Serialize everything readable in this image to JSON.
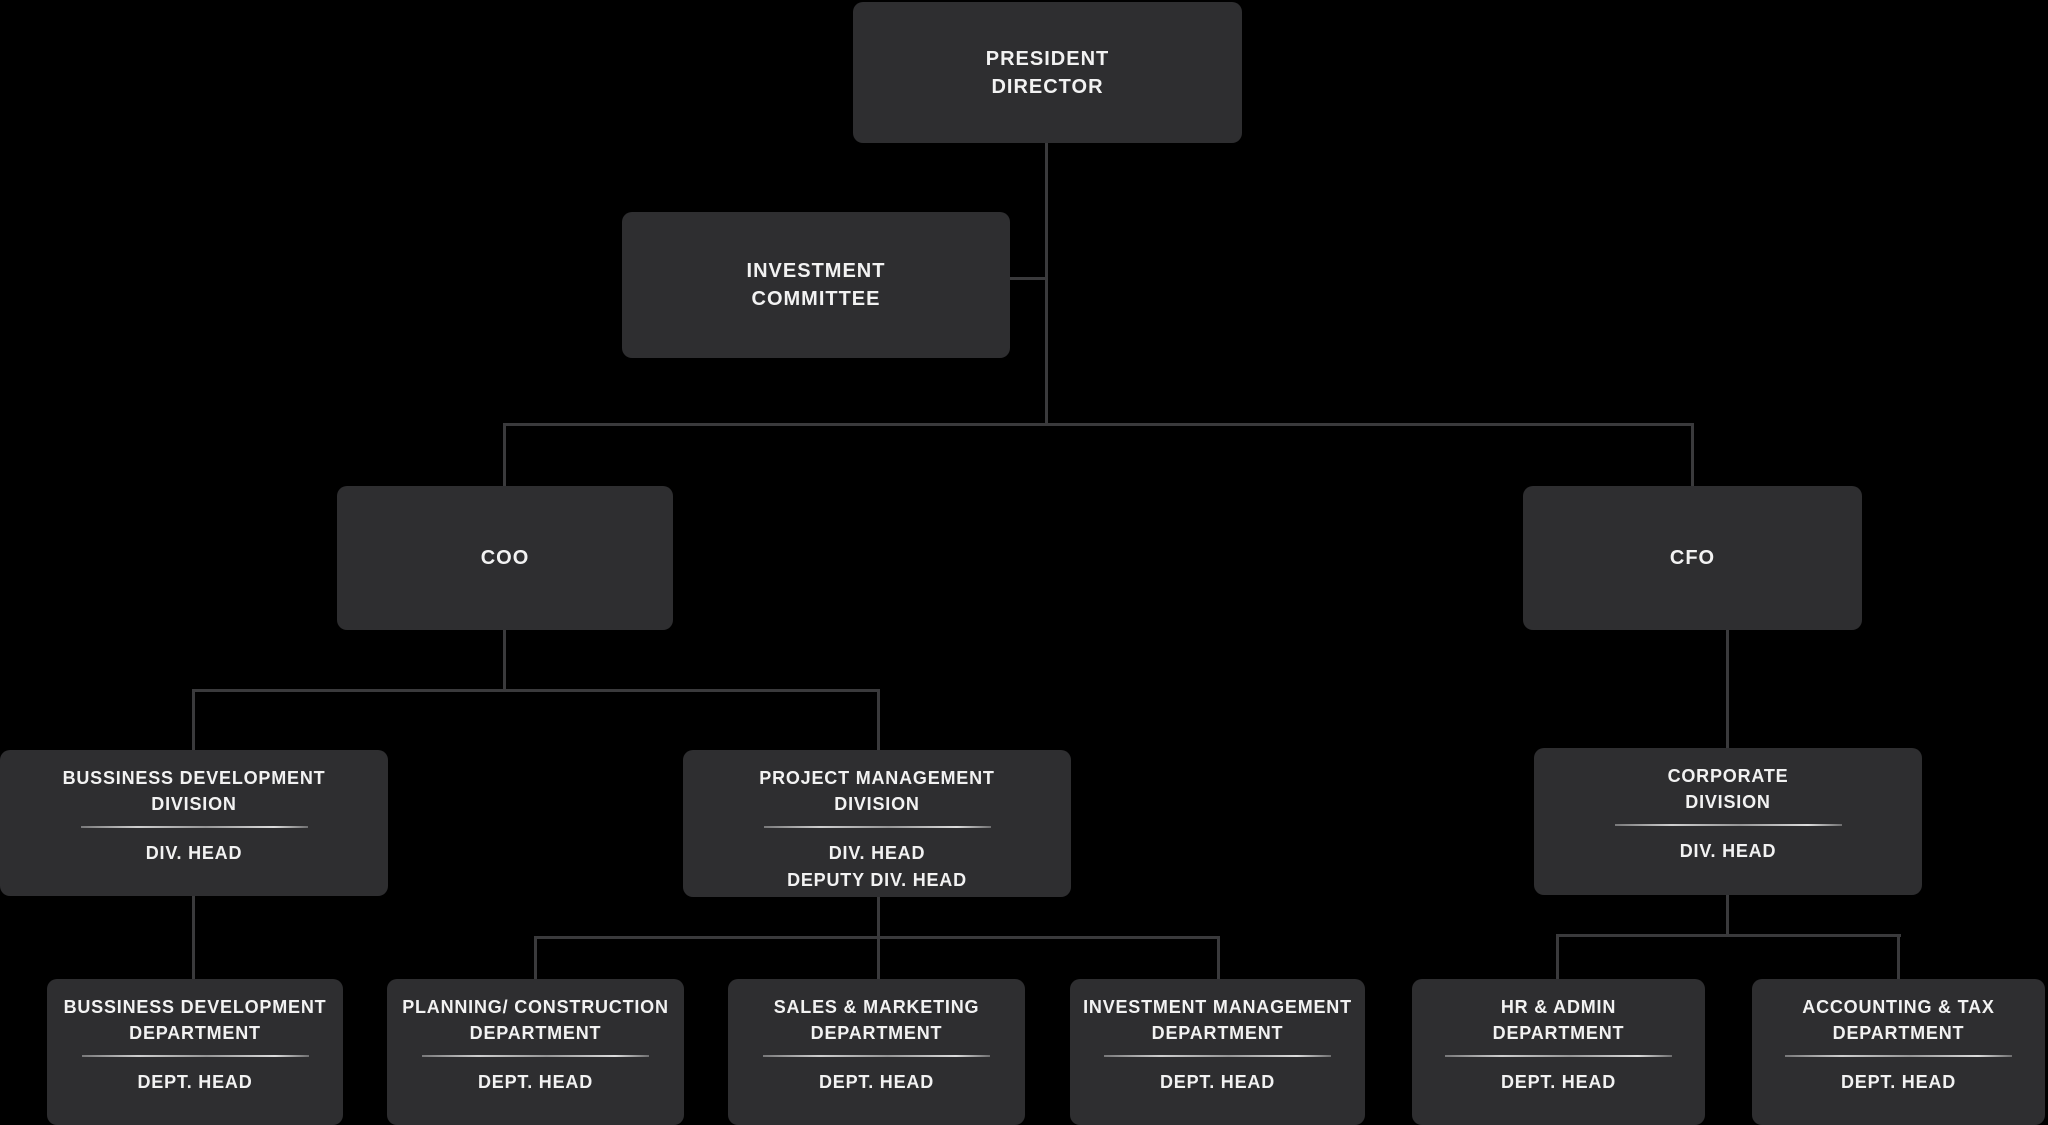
{
  "canvas": {
    "background_color": "#000000",
    "node_fill_color": "#2e2e30",
    "connector_color": "#3a3a3c",
    "text_color": "#f2f2f2",
    "divider_color": "#cccccc"
  },
  "org_chart": {
    "nodes": {
      "president": {
        "title_line1": "PRESIDENT",
        "title_line2": "DIRECTOR"
      },
      "investment_committee": {
        "title_line1": "INVESTMENT",
        "title_line2": "COMMITTEE"
      },
      "coo": {
        "title": "COO"
      },
      "cfo": {
        "title": "CFO"
      },
      "business_development_division": {
        "title_line1": "BUSSINESS DEVELOPMENT",
        "title_line2": "DIVISION",
        "role1": "DIV. HEAD"
      },
      "project_management_division": {
        "title_line1": "PROJECT MANAGEMENT",
        "title_line2": "DIVISION",
        "role1": "DIV. HEAD",
        "role2": "DEPUTY DIV. HEAD"
      },
      "corporate_division": {
        "title_line1": "CORPORATE",
        "title_line2": "DIVISION",
        "role1": "DIV. HEAD"
      },
      "business_development_department": {
        "title_line1": "BUSSINESS DEVELOPMENT",
        "title_line2": "DEPARTMENT",
        "role1": "DEPT. HEAD"
      },
      "planning_construction_department": {
        "title_line1": "PLANNING/ CONSTRUCTION",
        "title_line2": "DEPARTMENT",
        "role1": "DEPT. HEAD"
      },
      "sales_marketing_department": {
        "title_line1": "SALES & MARKETING",
        "title_line2": "DEPARTMENT",
        "role1": "DEPT. HEAD"
      },
      "investment_management_department": {
        "title_line1": "INVESTMENT MANAGEMENT",
        "title_line2": "DEPARTMENT",
        "role1": "DEPT. HEAD"
      },
      "hr_admin_department": {
        "title_line1": "HR & ADMIN",
        "title_line2": "DEPARTMENT",
        "role1": "DEPT. HEAD"
      },
      "accounting_tax_department": {
        "title_line1": "ACCOUNTING & TAX",
        "title_line2": "DEPARTMENT",
        "role1": "DEPT. HEAD"
      }
    }
  }
}
